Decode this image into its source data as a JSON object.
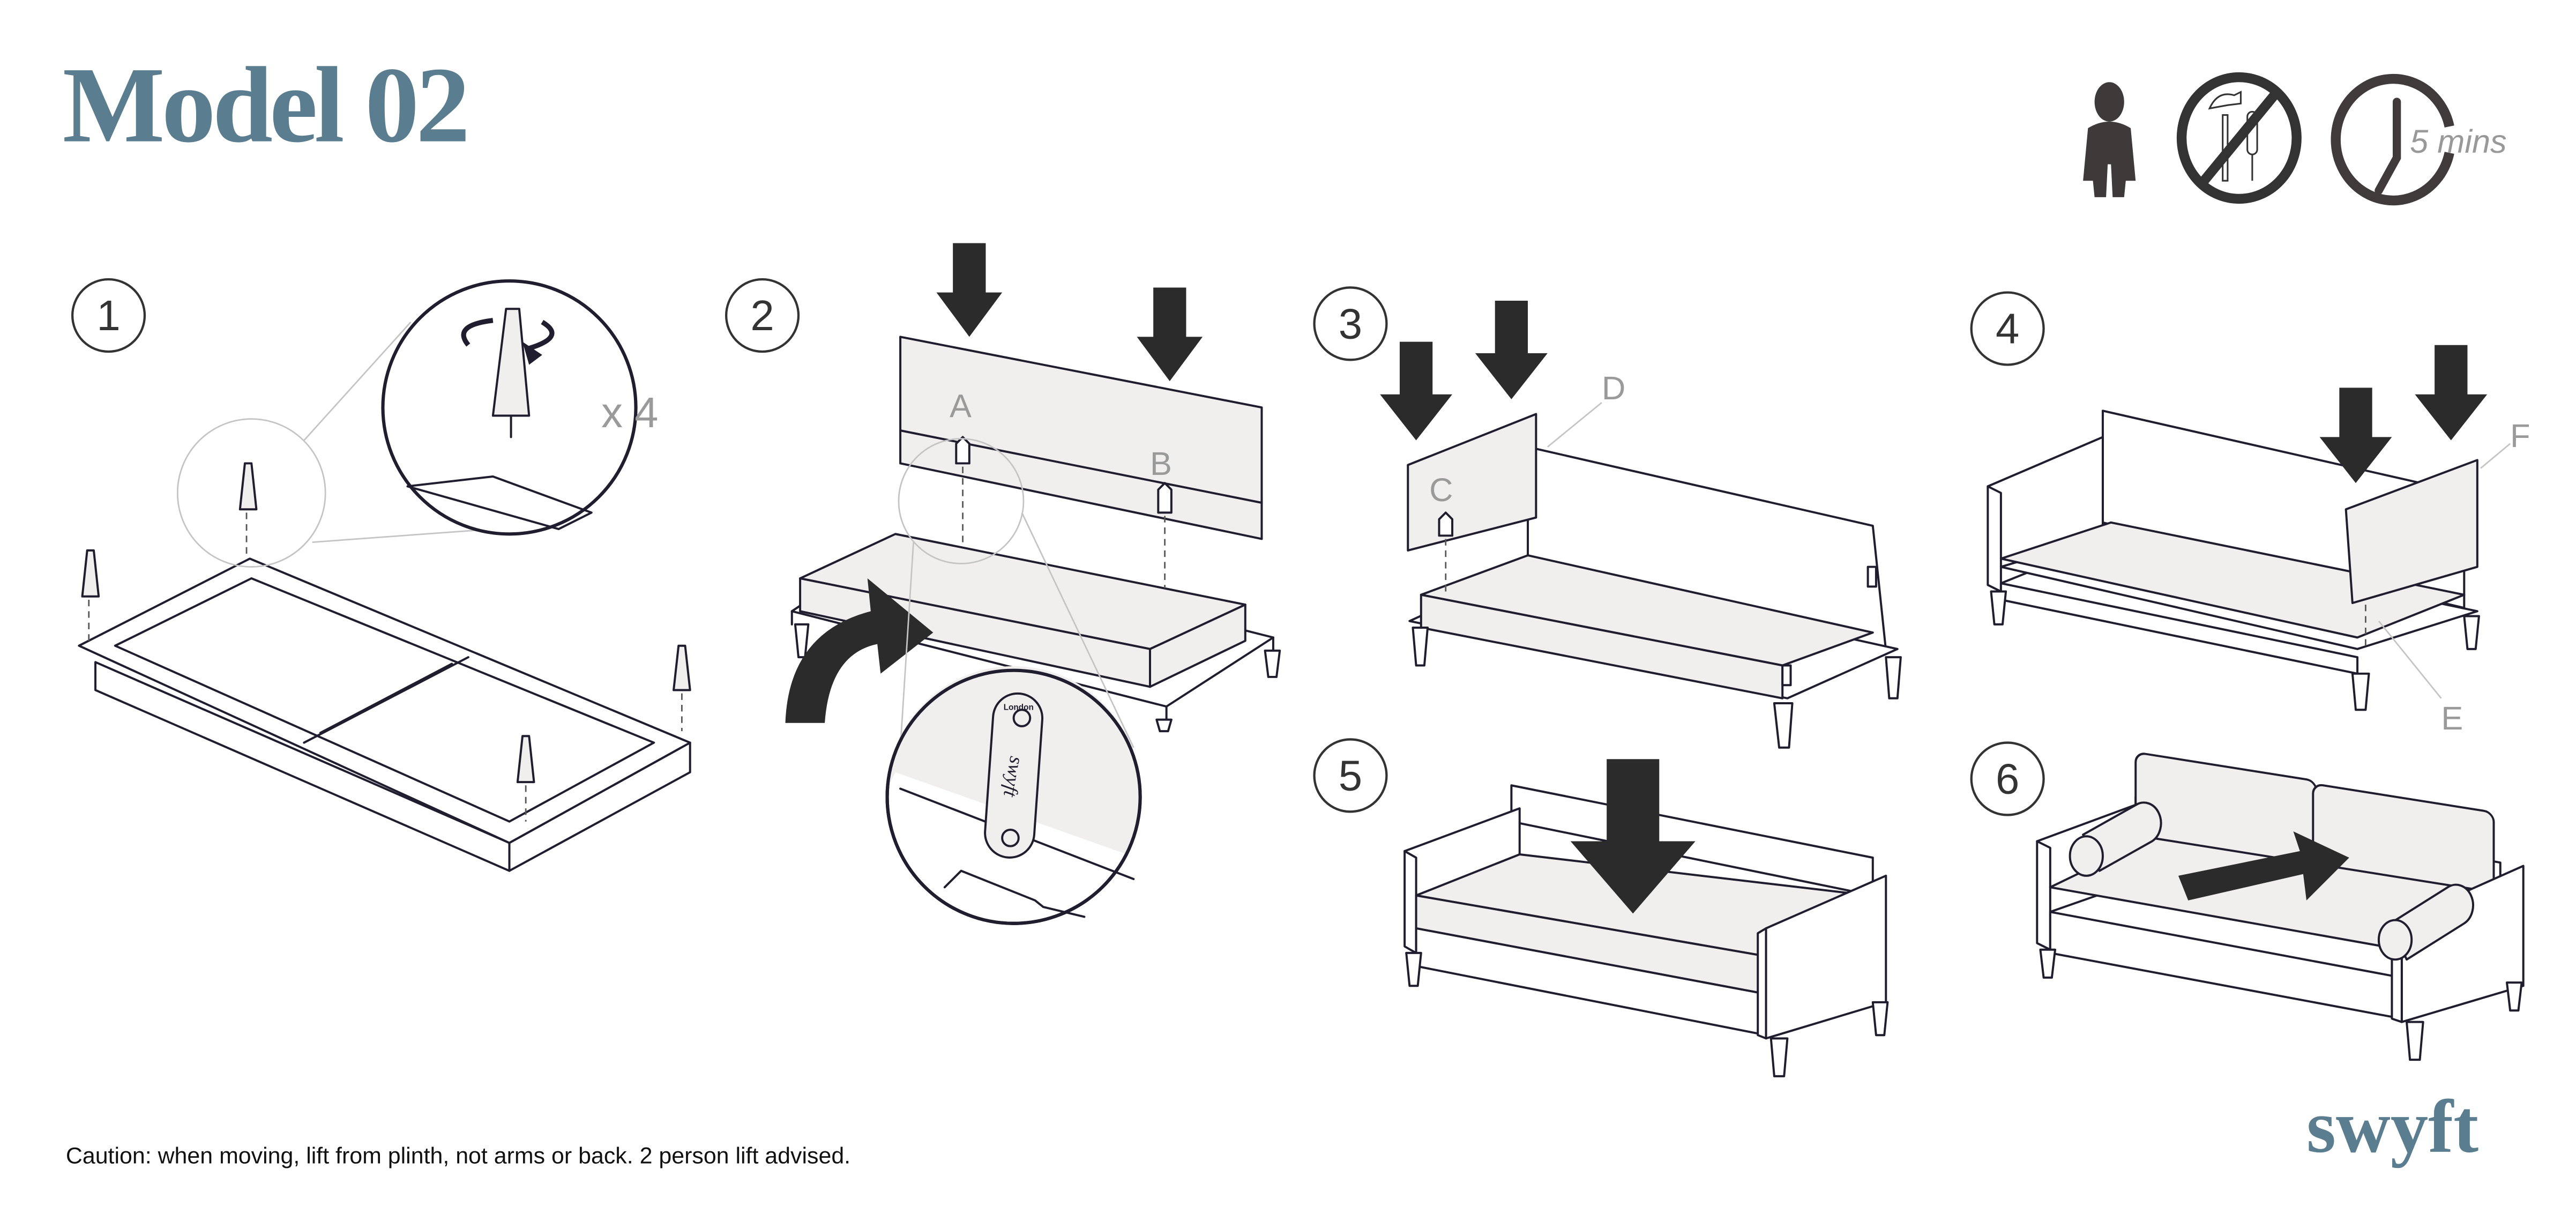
{
  "header": {
    "title": "Model 02",
    "icons": [
      "one-person-icon",
      "no-tools-icon",
      "clock-icon"
    ],
    "time_label": "5 mins"
  },
  "steps": [
    {
      "number": "1",
      "multiplier_label": "x 4"
    },
    {
      "number": "2",
      "labels": [
        "A",
        "B"
      ],
      "bracket_text": "London",
      "bracket_logo": "swyft"
    },
    {
      "number": "3",
      "labels": [
        "C",
        "D"
      ]
    },
    {
      "number": "4",
      "labels": [
        "F",
        "E"
      ]
    },
    {
      "number": "5"
    },
    {
      "number": "6"
    }
  ],
  "footer": {
    "caution": "Caution: when moving, lift from plinth, not arms or back. 2 person lift advised.",
    "brand": "swyft"
  },
  "colors": {
    "brand": "#5a7d8f",
    "ink": "#1f1d2e",
    "panel": "#f0efed",
    "arrow": "#2b2b2b"
  }
}
